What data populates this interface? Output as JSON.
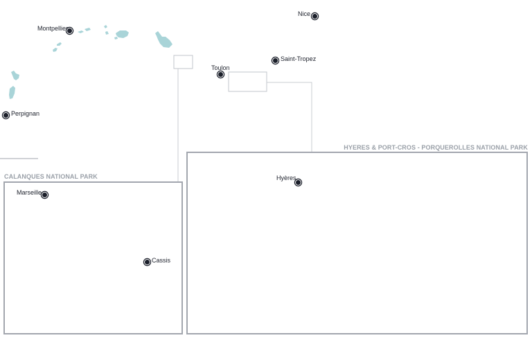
{
  "map": {
    "cities": [
      {
        "id": "montpellier",
        "name": "Montpellier"
      },
      {
        "id": "nice",
        "name": "Nice"
      },
      {
        "id": "saint-tropez",
        "name": "Saint-Tropez"
      },
      {
        "id": "toulon",
        "name": "Toulon"
      },
      {
        "id": "perpignan",
        "name": "Perpignan"
      },
      {
        "id": "marseille",
        "name": "Marseille"
      },
      {
        "id": "cassis",
        "name": "Cassis"
      },
      {
        "id": "hyeres",
        "name": "Hyères"
      }
    ],
    "parks": {
      "calanques": {
        "title": "CALANQUES NATIONAL PARK"
      },
      "hyeres": {
        "title": "HYERES & PORT-CROS - PORQUEROLLES NATIONAL PARK"
      }
    },
    "colors": {
      "water": "#a9d4d8",
      "inset_frame": "#a2a6ae",
      "leader_line": "#c9ccd2",
      "park_title": "#9aa0a8",
      "city_marker": "#1b1f2a"
    }
  }
}
